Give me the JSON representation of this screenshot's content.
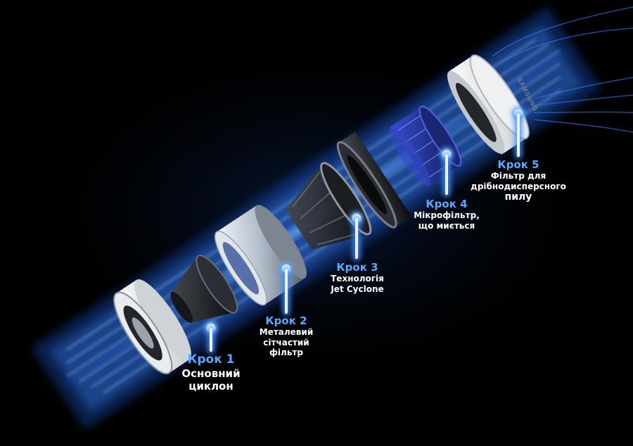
{
  "brand": {
    "logo_text": "SAMSUNG"
  },
  "colors": {
    "background": "#000000",
    "accent": "#5aa9ff",
    "glow": "#2f7cff",
    "text": "#ffffff"
  },
  "steps": [
    {
      "title": "Крок 1",
      "description_lines": [
        "Основний",
        "циклон"
      ]
    },
    {
      "title": "Крок 2",
      "description_lines": [
        "Металевий",
        "сітчастий",
        "фільтр"
      ]
    },
    {
      "title": "Крок 3",
      "description_lines": [
        "Технологія",
        "Jet Cyclone"
      ]
    },
    {
      "title": "Крок 4",
      "description_lines": [
        "Мікрофільтр,",
        "що миється"
      ]
    },
    {
      "title": "Крок 5",
      "description_lines": [
        "Фільтр для",
        "дрібнодисперсного",
        "пилу"
      ]
    }
  ]
}
